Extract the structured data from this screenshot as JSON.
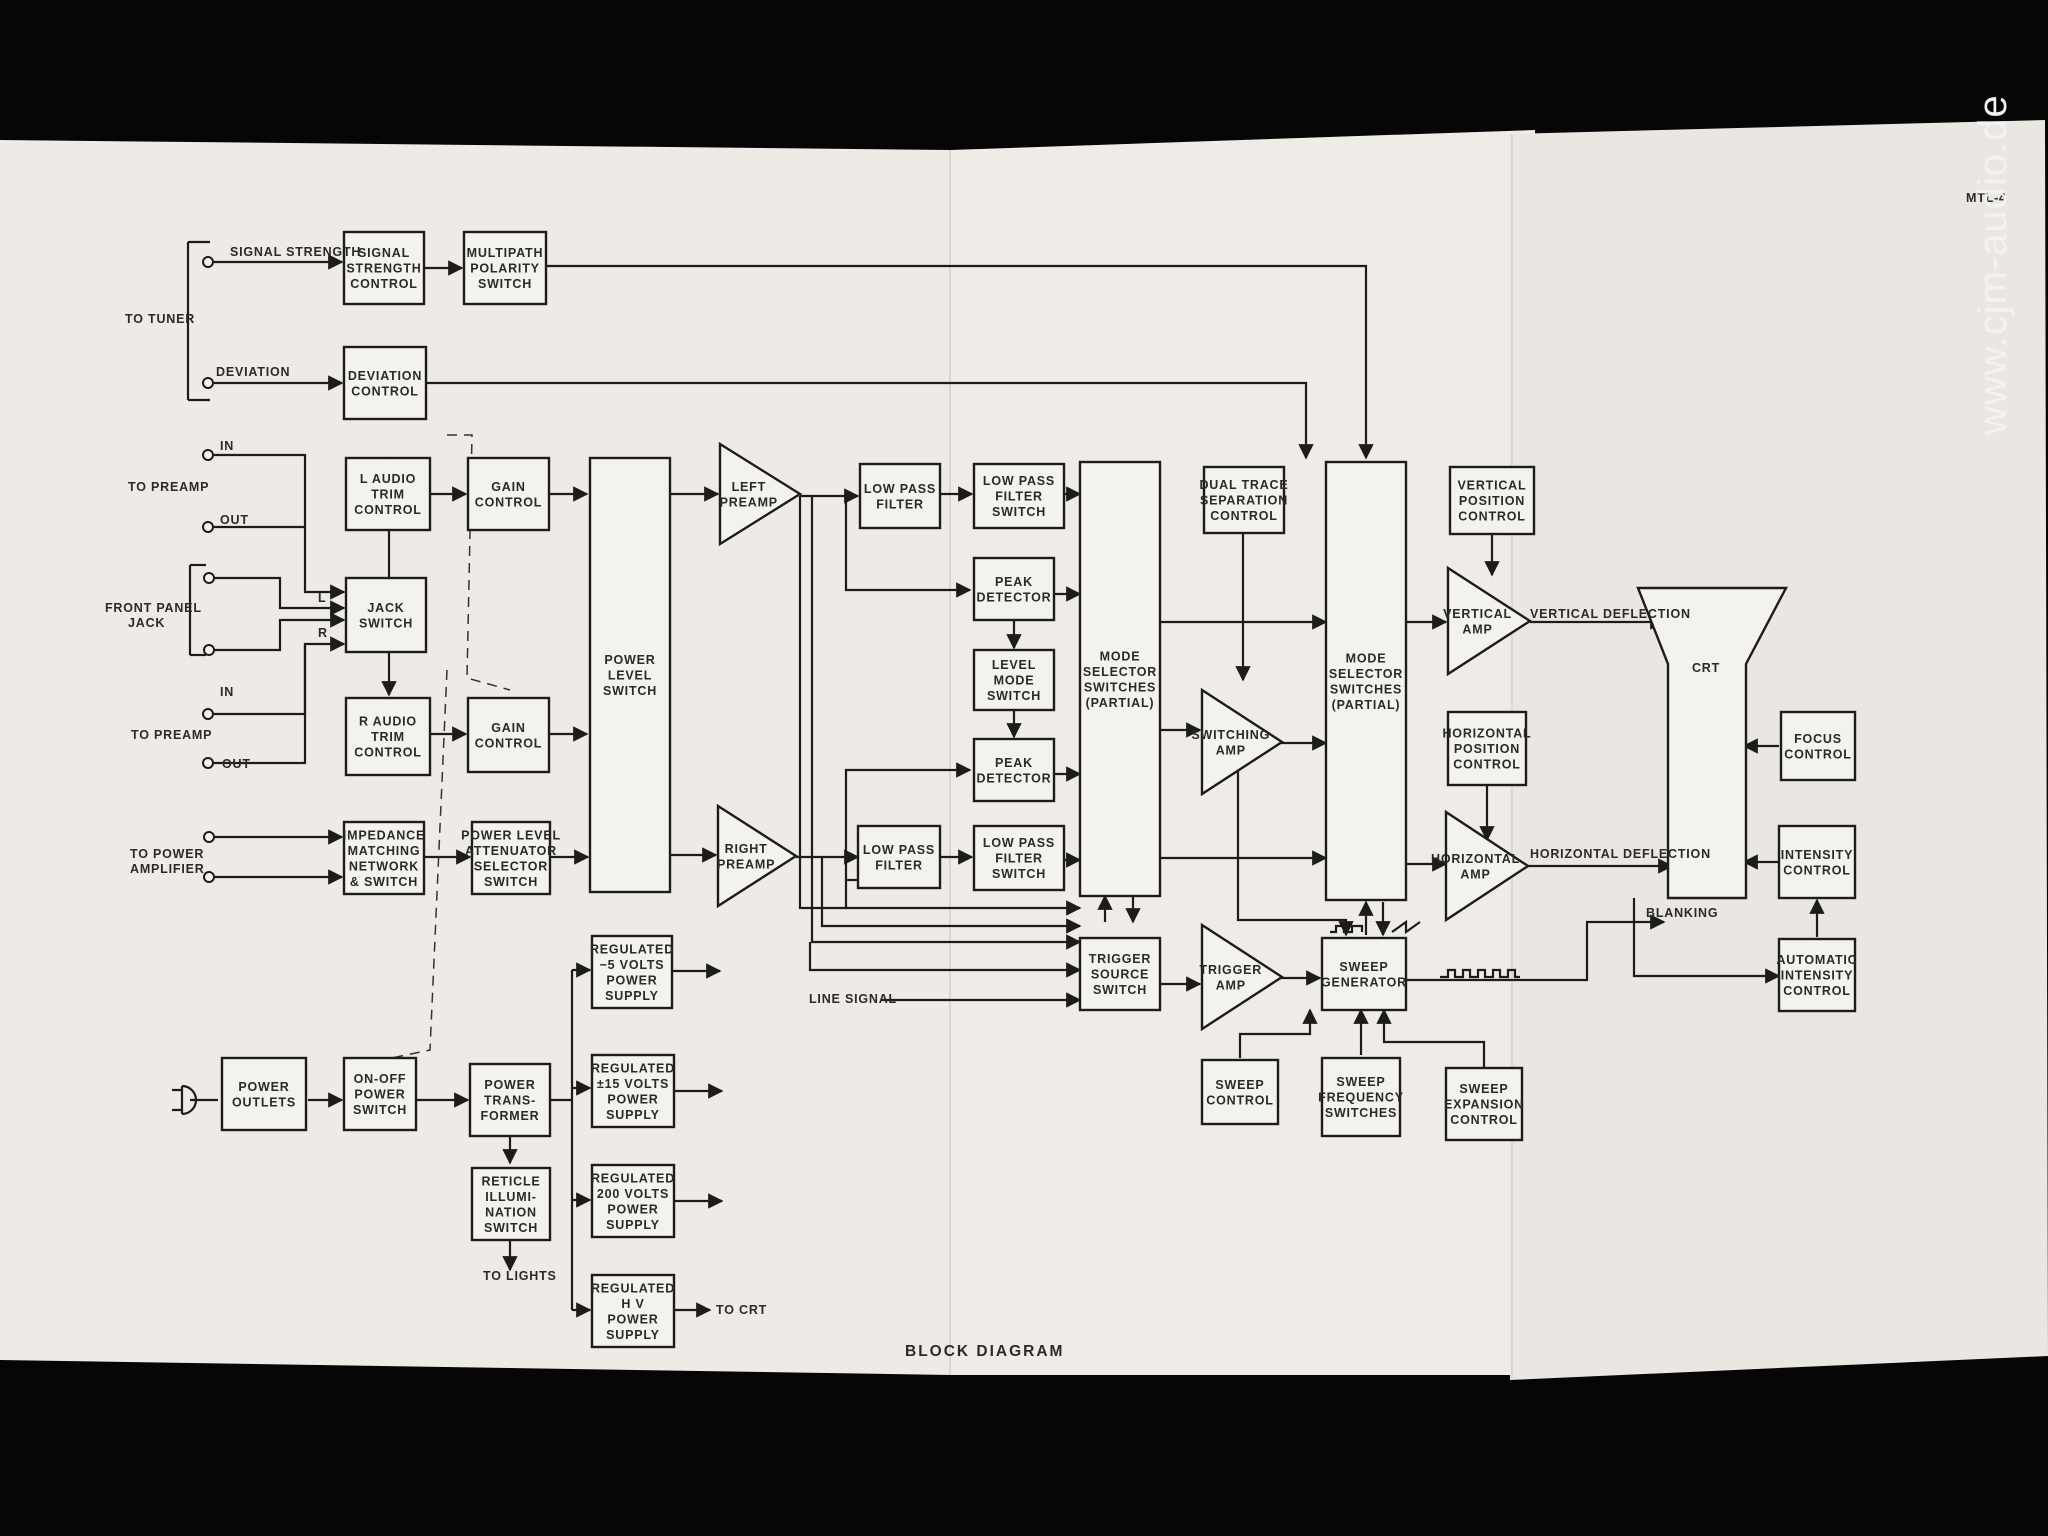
{
  "page": {
    "code": "MTL-4",
    "watermark": "www.cjm-audio.de",
    "title": "BLOCK DIAGRAM"
  },
  "inputs": {
    "to_tuner": "TO TUNER",
    "signal_strength": "SIGNAL STRENGTH",
    "deviation": "DEVIATION",
    "to_preamp": "TO PREAMP",
    "in": "IN",
    "out": "OUT",
    "front_panel_jack": [
      "FRONT PANEL",
      "JACK"
    ],
    "l": "L",
    "r": "R",
    "to_power_amplifier": [
      "TO POWER",
      "AMPLIFIER"
    ],
    "line_signal": "LINE SIGNAL",
    "to_lights": "TO LIGHTS",
    "to_crt": "TO CRT"
  },
  "blocks": {
    "signal_strength_control": [
      "SIGNAL",
      "STRENGTH",
      "CONTROL"
    ],
    "multipath_polarity_switch": [
      "MULTIPATH",
      "POLARITY",
      "SWITCH"
    ],
    "deviation_control": [
      "DEVIATION",
      "CONTROL"
    ],
    "l_audio_trim_control": [
      "L AUDIO",
      "TRIM",
      "CONTROL"
    ],
    "gain_control_l": [
      "GAIN",
      "CONTROL"
    ],
    "jack_switch": [
      "JACK",
      "SWITCH"
    ],
    "r_audio_trim_control": [
      "R AUDIO",
      "TRIM",
      "CONTROL"
    ],
    "gain_control_r": [
      "GAIN",
      "CONTROL"
    ],
    "impedance_matching": [
      "IMPEDANCE",
      "MATCHING",
      "NETWORK",
      "& SWITCH"
    ],
    "power_level_attenuator": [
      "POWER LEVEL",
      "ATTENUATOR",
      "SELECTOR",
      "SWITCH"
    ],
    "power_level_switch": [
      "POWER",
      "LEVEL",
      "SWITCH"
    ],
    "left_preamp": [
      "LEFT",
      "PREAMP"
    ],
    "right_preamp": [
      "RIGHT",
      "PREAMP"
    ],
    "low_pass_filter_top": [
      "LOW PASS",
      "FILTER"
    ],
    "low_pass_filter_switch_top": [
      "LOW PASS",
      "FILTER",
      "SWITCH"
    ],
    "peak_detector_top": [
      "PEAK",
      "DETECTOR"
    ],
    "level_mode_switch": [
      "LEVEL",
      "MODE",
      "SWITCH"
    ],
    "peak_detector_bottom": [
      "PEAK",
      "DETECTOR"
    ],
    "low_pass_filter_bottom": [
      "LOW PASS",
      "FILTER"
    ],
    "low_pass_filter_switch_bottom": [
      "LOW PASS",
      "FILTER",
      "SWITCH"
    ],
    "mode_selector_1": [
      "MODE",
      "SELECTOR",
      "SWITCHES",
      "(PARTIAL)"
    ],
    "dual_trace_separation_control": [
      "DUAL TRACE",
      "SEPARATION",
      "CONTROL"
    ],
    "switching_amp": [
      "SWITCHING",
      "AMP"
    ],
    "mode_selector_2": [
      "MODE",
      "SELECTOR",
      "SWITCHES",
      "(PARTIAL)"
    ],
    "vertical_position_control": [
      "VERTICAL",
      "POSITION",
      "CONTROL"
    ],
    "vertical_amp": [
      "VERTICAL",
      "AMP"
    ],
    "horizontal_position_control": [
      "HORIZONTAL",
      "POSITION",
      "CONTROL"
    ],
    "horizontal_amp": [
      "HORIZONTAL",
      "AMP"
    ],
    "crt": [
      "CRT"
    ],
    "focus_control": [
      "FOCUS",
      "CONTROL"
    ],
    "intensity_control": [
      "INTENSITY",
      "CONTROL"
    ],
    "automatic_intensity_control": [
      "AUTOMATIC",
      "INTENSITY",
      "CONTROL"
    ],
    "trigger_source_switch": [
      "TRIGGER",
      "SOURCE",
      "SWITCH"
    ],
    "trigger_amp": [
      "TRIGGER",
      "AMP"
    ],
    "sweep_generator": [
      "SWEEP",
      "GENERATOR"
    ],
    "sweep_control": [
      "SWEEP",
      "CONTROL"
    ],
    "sweep_frequency_switches": [
      "SWEEP",
      "FREQUENCY",
      "SWITCHES"
    ],
    "sweep_expansion_control": [
      "SWEEP",
      "EXPANSION",
      "CONTROL"
    ],
    "power_outlets": [
      "POWER",
      "OUTLETS"
    ],
    "on_off_power_switch": [
      "ON-OFF",
      "POWER",
      "SWITCH"
    ],
    "power_transformer": [
      "POWER",
      "TRANS-",
      "FORMER"
    ],
    "reticle_illumination_switch": [
      "RETICLE",
      "ILLUMI-",
      "NATION",
      "SWITCH"
    ],
    "reg_minus5": [
      "REGULATED",
      "−5 VOLTS",
      "POWER",
      "SUPPLY"
    ],
    "reg_15": [
      "REGULATED",
      "±15 VOLTS",
      "POWER",
      "SUPPLY"
    ],
    "reg_200": [
      "REGULATED",
      "200 VOLTS",
      "POWER",
      "SUPPLY"
    ],
    "reg_hv": [
      "REGULATED",
      "H V",
      "POWER",
      "SUPPLY"
    ]
  },
  "signals": {
    "vertical_deflection": "VERTICAL DEFLECTION",
    "horizontal_deflection": "HORIZONTAL DEFLECTION",
    "blanking": "BLANKING"
  }
}
